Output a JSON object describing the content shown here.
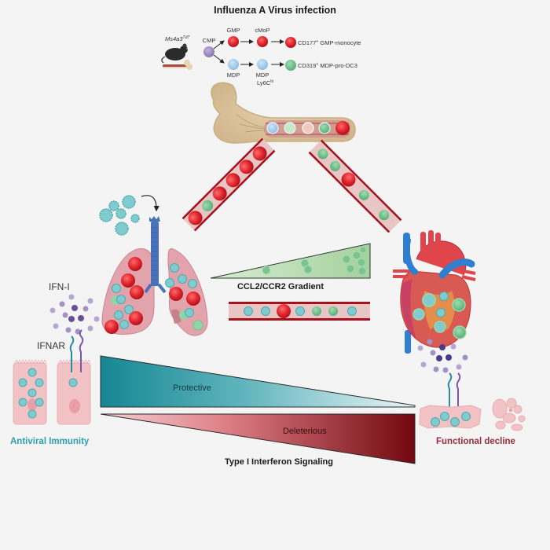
{
  "title": "Influenza A Virus infection",
  "lineage": {
    "mouse_label": "Ms4a3",
    "mouse_label_sup": "TdT",
    "root": "CMP",
    "upper_branch": {
      "steps": [
        "GMP",
        "cMoP"
      ],
      "output": "CD177",
      "output_sup": "+",
      "output_suffix": " GMP-monocyte"
    },
    "lower_branch": {
      "steps": [
        "MDP",
        "MDP"
      ],
      "step2_extra": "Ly6C",
      "step2_extra_sup": "hi",
      "output": "CD319",
      "output_sup": "+",
      "output_suffix": " MDP-pro-DC3"
    }
  },
  "labels": {
    "ifn": "IFN-I",
    "ifnar": "IFNAR",
    "gradient": "CCL2/CCR2 Gradient",
    "protective": "Protective",
    "deleterious": "Deleterious",
    "signaling": "Type I Interferon Signaling",
    "antiviral": "Antiviral Immunity",
    "decline": "Functional decline"
  },
  "colors": {
    "background": "#f4f4f4",
    "gmp_red": "#e0262e",
    "mdp_blue": "#9cc8e8",
    "cmp_purple": "#9a86c0",
    "pro_dc3_green": "#6fbf8a",
    "vessel_wall": "#a3121c",
    "vessel_fill": "#e8c4c4",
    "bone": "#dcc39c",
    "lung": "#e3a3ad",
    "trachea": "#4a72b8",
    "virus": "#6cc4c8",
    "protective_dark": "#178a96",
    "deleterious_dark": "#7a0a12",
    "gradient_green": "#a9d3a0",
    "antiviral_text": "#2aa0b0",
    "decline_text": "#9a2c3a"
  }
}
